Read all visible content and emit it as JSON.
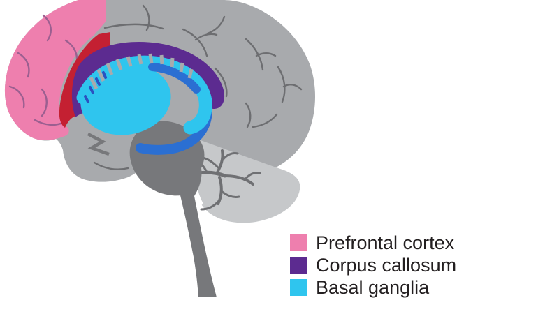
{
  "legend": {
    "items": [
      {
        "label": "Prefrontal cortex",
        "color": "#EE7FAE"
      },
      {
        "label": "Corpus callosum",
        "color": "#5C2B90"
      },
      {
        "label": "Basal ganglia",
        "color": "#2FC5EE"
      }
    ],
    "text_color": "#231F20"
  },
  "colors": {
    "background": "#FFFFFF",
    "cerebrum_gray": "#A8AAAD",
    "cerebellum_gray": "#C6C8CA",
    "brainstem_gray": "#77787B",
    "sulci_gray": "#6D6E71",
    "arbor_gray": "#6F7073",
    "prefrontal_pink": "#EE7FAE",
    "pink_sulci": "#9B5F90",
    "cingulate_red": "#C42032",
    "corpus_callosum_purple": "#5C2B90",
    "basal_ganglia_cyan": "#2FC5EE",
    "internal_capsule_blue": "#2B6FD2",
    "stripe_navy": "#2B52C0",
    "white": "#FFFFFF"
  }
}
